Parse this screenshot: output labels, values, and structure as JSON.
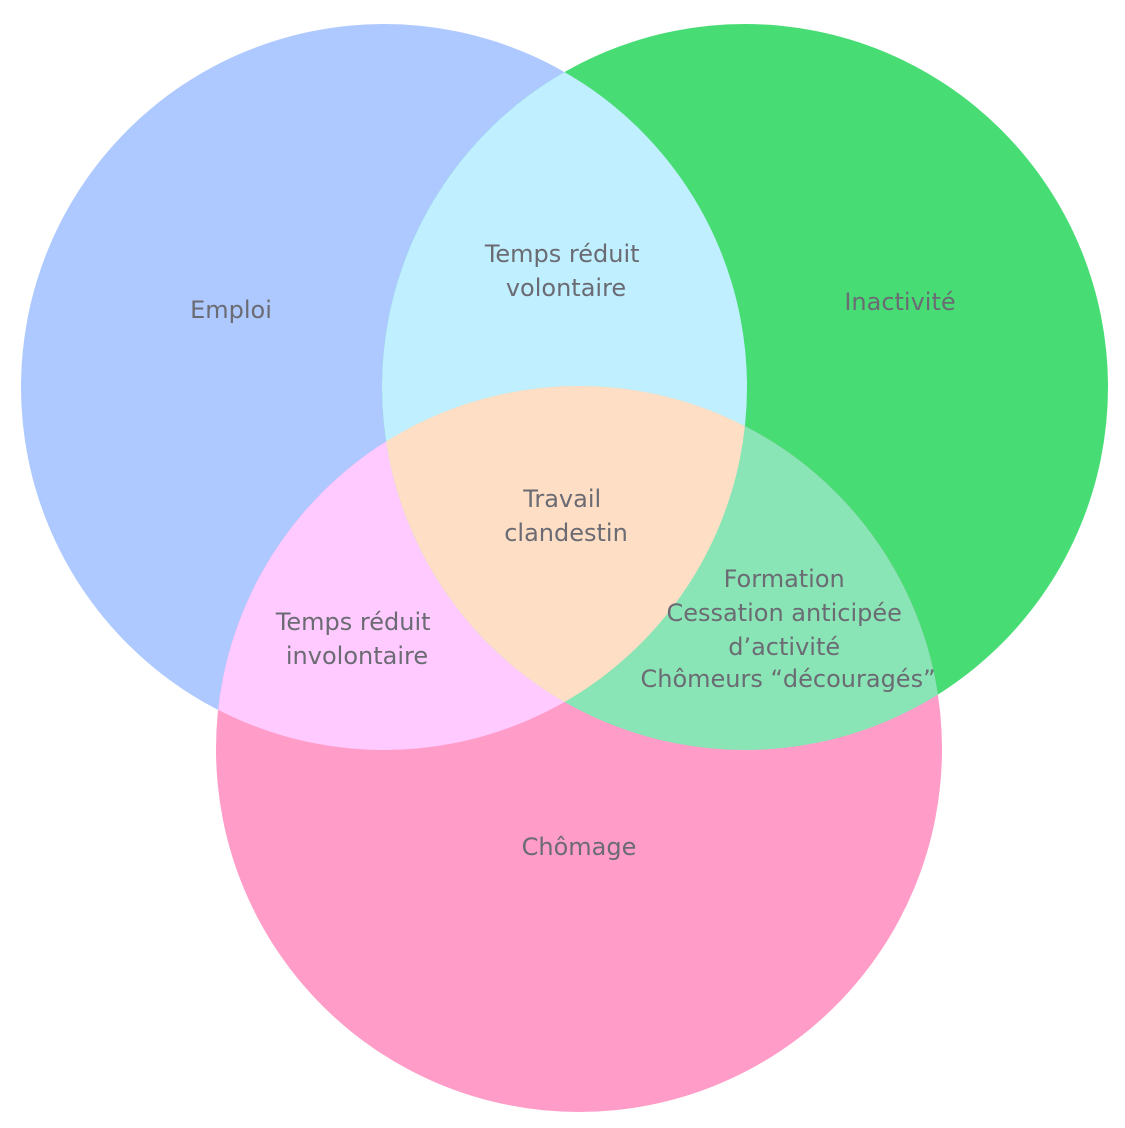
{
  "diagram": {
    "colors": {
      "emploi": "#adc9ff",
      "inactivite": "#48dc74",
      "chomage": "#ff9cc8",
      "emploi_inactivite": "#c0efff",
      "emploi_chomage": "#ffcaff",
      "inactivite_chomage": "#8ae5b6",
      "all_three": "#fedfc5",
      "text": "#6b6b73"
    },
    "sets": {
      "emploi": "Emploi",
      "inactivite": "Inactivité",
      "chomage": "Chômage"
    },
    "overlaps": {
      "emploi_inactivite": [
        "Temps réduit",
        "volontaire"
      ],
      "emploi_chomage": [
        "Temps réduit",
        "involontaire"
      ],
      "inactivite_chomage": [
        "Formation",
        "Cessation anticipée",
        "d’activité",
        "Chômeurs “découragés”"
      ],
      "all_three": [
        "Travail",
        "clandestin"
      ]
    }
  }
}
